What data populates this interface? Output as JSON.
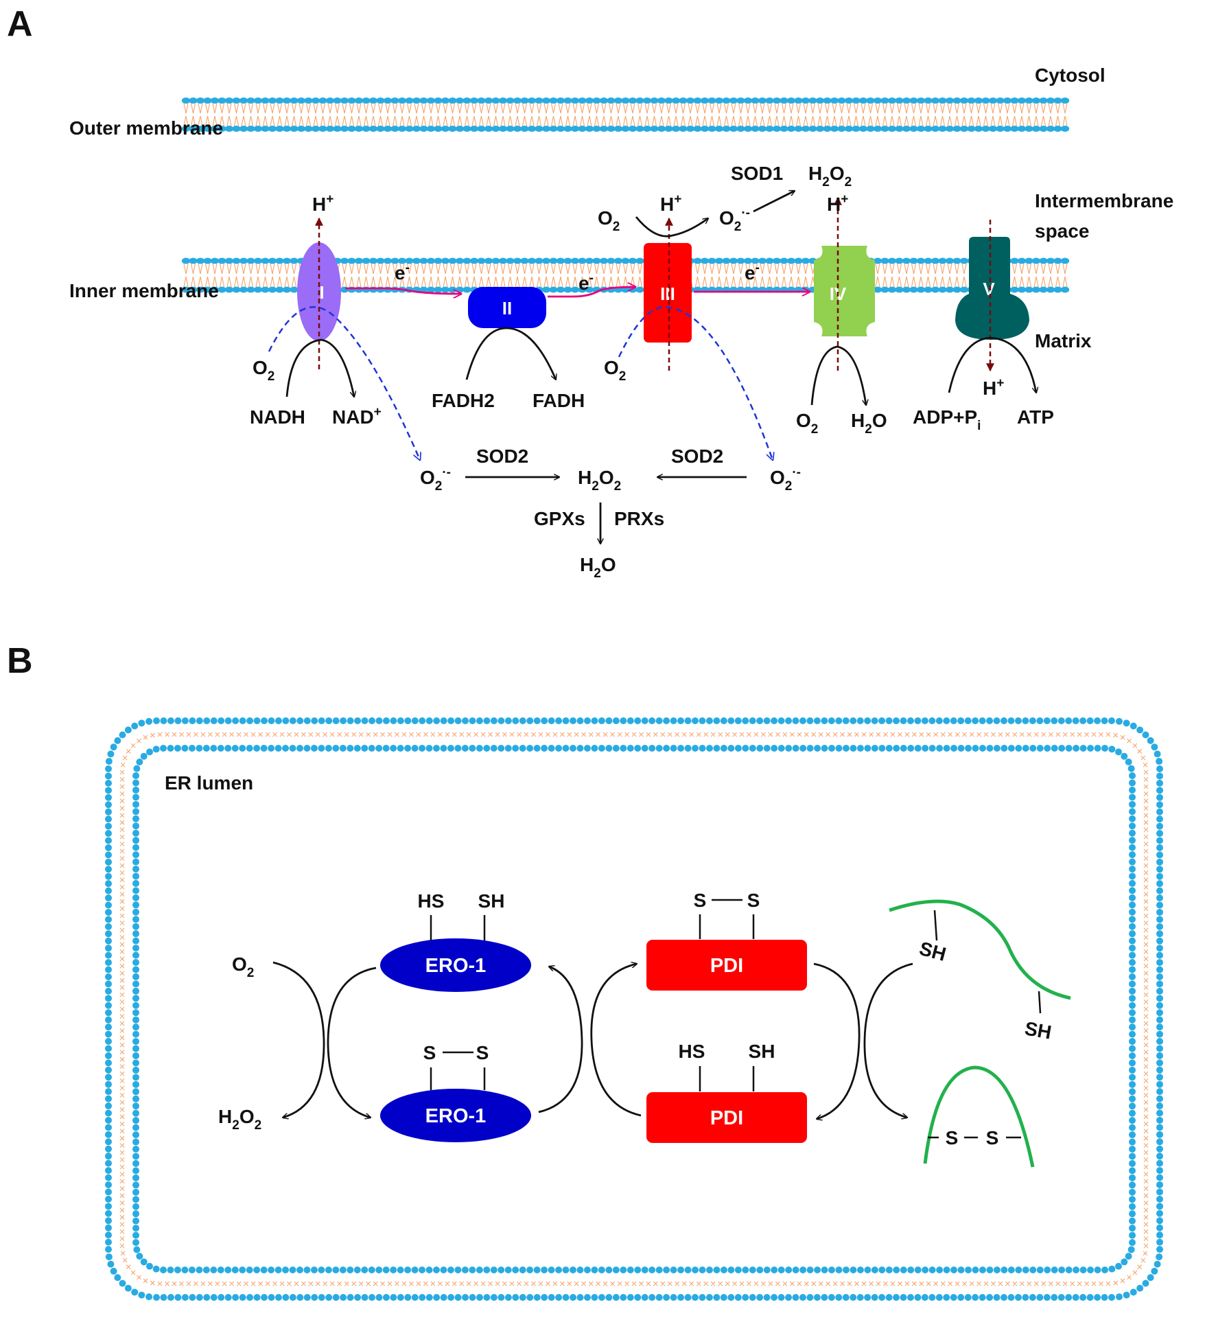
{
  "panels": {
    "a": "A",
    "b": "B"
  },
  "panel_a": {
    "regions": {
      "cytosol": "Cytosol",
      "outer_membrane": "Outer membrane",
      "intermembrane_1": "Intermembrane",
      "intermembrane_2": "space",
      "inner_membrane": "Inner membrane",
      "matrix": "Matrix"
    },
    "complexes": {
      "c1": "I",
      "c2": "II",
      "c3": "III",
      "c4": "IV",
      "c5": "V"
    },
    "electron": {
      "base": "e",
      "sup": "-"
    },
    "proton": {
      "base": "H",
      "sup": "+"
    },
    "oxygen": {
      "base": "O",
      "sub": "2"
    },
    "superoxide": {
      "base": "O",
      "sub": "2",
      "sup": "·-"
    },
    "h2o2": {
      "p1": "H",
      "s1": "2",
      "p2": "O",
      "s2": "2"
    },
    "water": {
      "p1": "H",
      "s1": "2",
      "p2": "O"
    },
    "nadh": "NADH",
    "nad": {
      "base": "NAD",
      "sup": "+"
    },
    "fadh2": "FADH2",
    "fadh": "FADH",
    "adp": {
      "base": "ADP+P",
      "sub": "i"
    },
    "atp": "ATP",
    "sod1": "SOD1",
    "sod2": "SOD2",
    "gpxs": "GPXs",
    "prxs": "PRXs"
  },
  "panel_b": {
    "er_lumen": "ER lumen",
    "ero1": "ERO-1",
    "pdi": "PDI",
    "hs": "HS",
    "sh": "SH",
    "s": "S",
    "oxygen": {
      "base": "O",
      "sub": "2"
    },
    "h2o2": {
      "p1": "H",
      "s1": "2",
      "p2": "O",
      "s2": "2"
    }
  },
  "colors": {
    "lipid_head": "#29abe2",
    "lipid_tail": "#f5a46a",
    "complex_i": "#9b6cf5",
    "complex_ii": "#0000ee",
    "complex_iii": "#ff0000",
    "complex_iv": "#92d050",
    "complex_v": "#006060",
    "ero1": "#0000c8",
    "pdi": "#ff0000",
    "proton_arrow": "#7a0a0a",
    "electron_arrow": "#e6007e",
    "ros_arrow": "#1e35d8",
    "substrate": "#22b14c"
  }
}
